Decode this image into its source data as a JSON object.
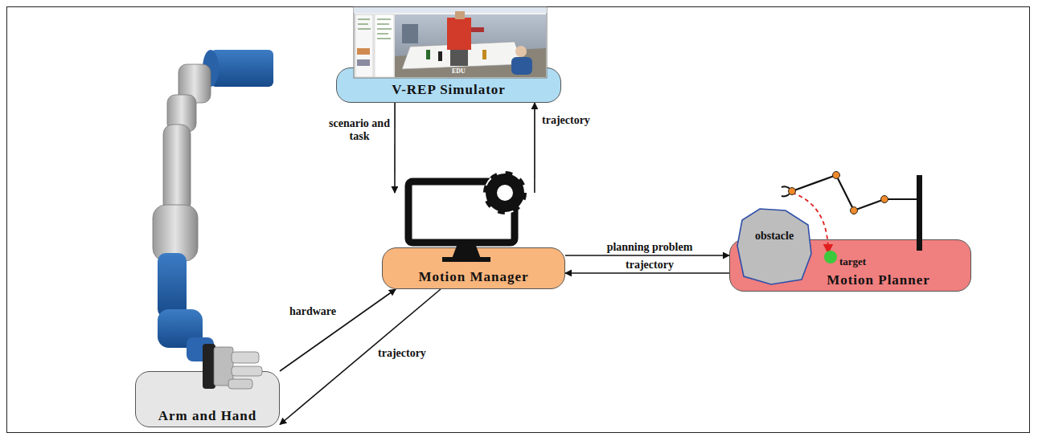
{
  "diagram": {
    "nodes": [
      {
        "text": [
          "V-REP Simulator"
        ]
      },
      {
        "text": [
          "Motion Manager"
        ]
      },
      {
        "text": [
          "Motion Planner"
        ]
      },
      {
        "text": [
          "obstacle"
        ],
        "in": 2
      },
      {
        "text": [
          "Arm and Hand"
        ]
      }
    ],
    "edges": [
      {
        "from": 0,
        "to": 1,
        "label": "scenario and task",
        "arrow": "to"
      },
      {
        "from": 1,
        "to": 0,
        "label": "trajectory",
        "arrow": "to"
      },
      {
        "from": 1,
        "to": 2,
        "label": "planning problem",
        "arrow": "to"
      },
      {
        "from": 2,
        "to": 1,
        "label": "trajectory",
        "arrow": "to"
      },
      {
        "from": 4,
        "to": 1,
        "label": "hardware",
        "arrow": "to"
      },
      {
        "from": 1,
        "to": 4,
        "label": "trajectory",
        "arrow": "to"
      }
    ],
    "labels": [
      "target",
      "EDU"
    ]
  }
}
